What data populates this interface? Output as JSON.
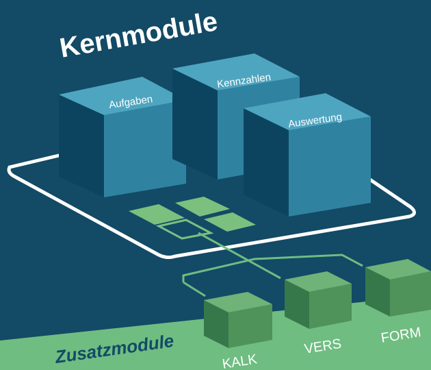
{
  "colors": {
    "background": "#134a66",
    "core_top": "#4ea5c0",
    "core_side": "#2f83a1",
    "core_front": "#0c4460",
    "addon_top": "#6fb378",
    "addon_side": "#4f935a",
    "addon_front": "#37784b",
    "green_band": "#6fbd81",
    "line": "#ffffff",
    "connector": "#6fbd81"
  },
  "title": "Kernmodule",
  "core_modules": [
    {
      "label": "Aufgaben"
    },
    {
      "label": "Kennzahlen"
    },
    {
      "label": "Auswertung"
    }
  ],
  "addon_section": {
    "label": "Zusatzmodule",
    "modules": [
      {
        "label": "KALK"
      },
      {
        "label": "VERS"
      },
      {
        "label": "FORM"
      }
    ]
  }
}
